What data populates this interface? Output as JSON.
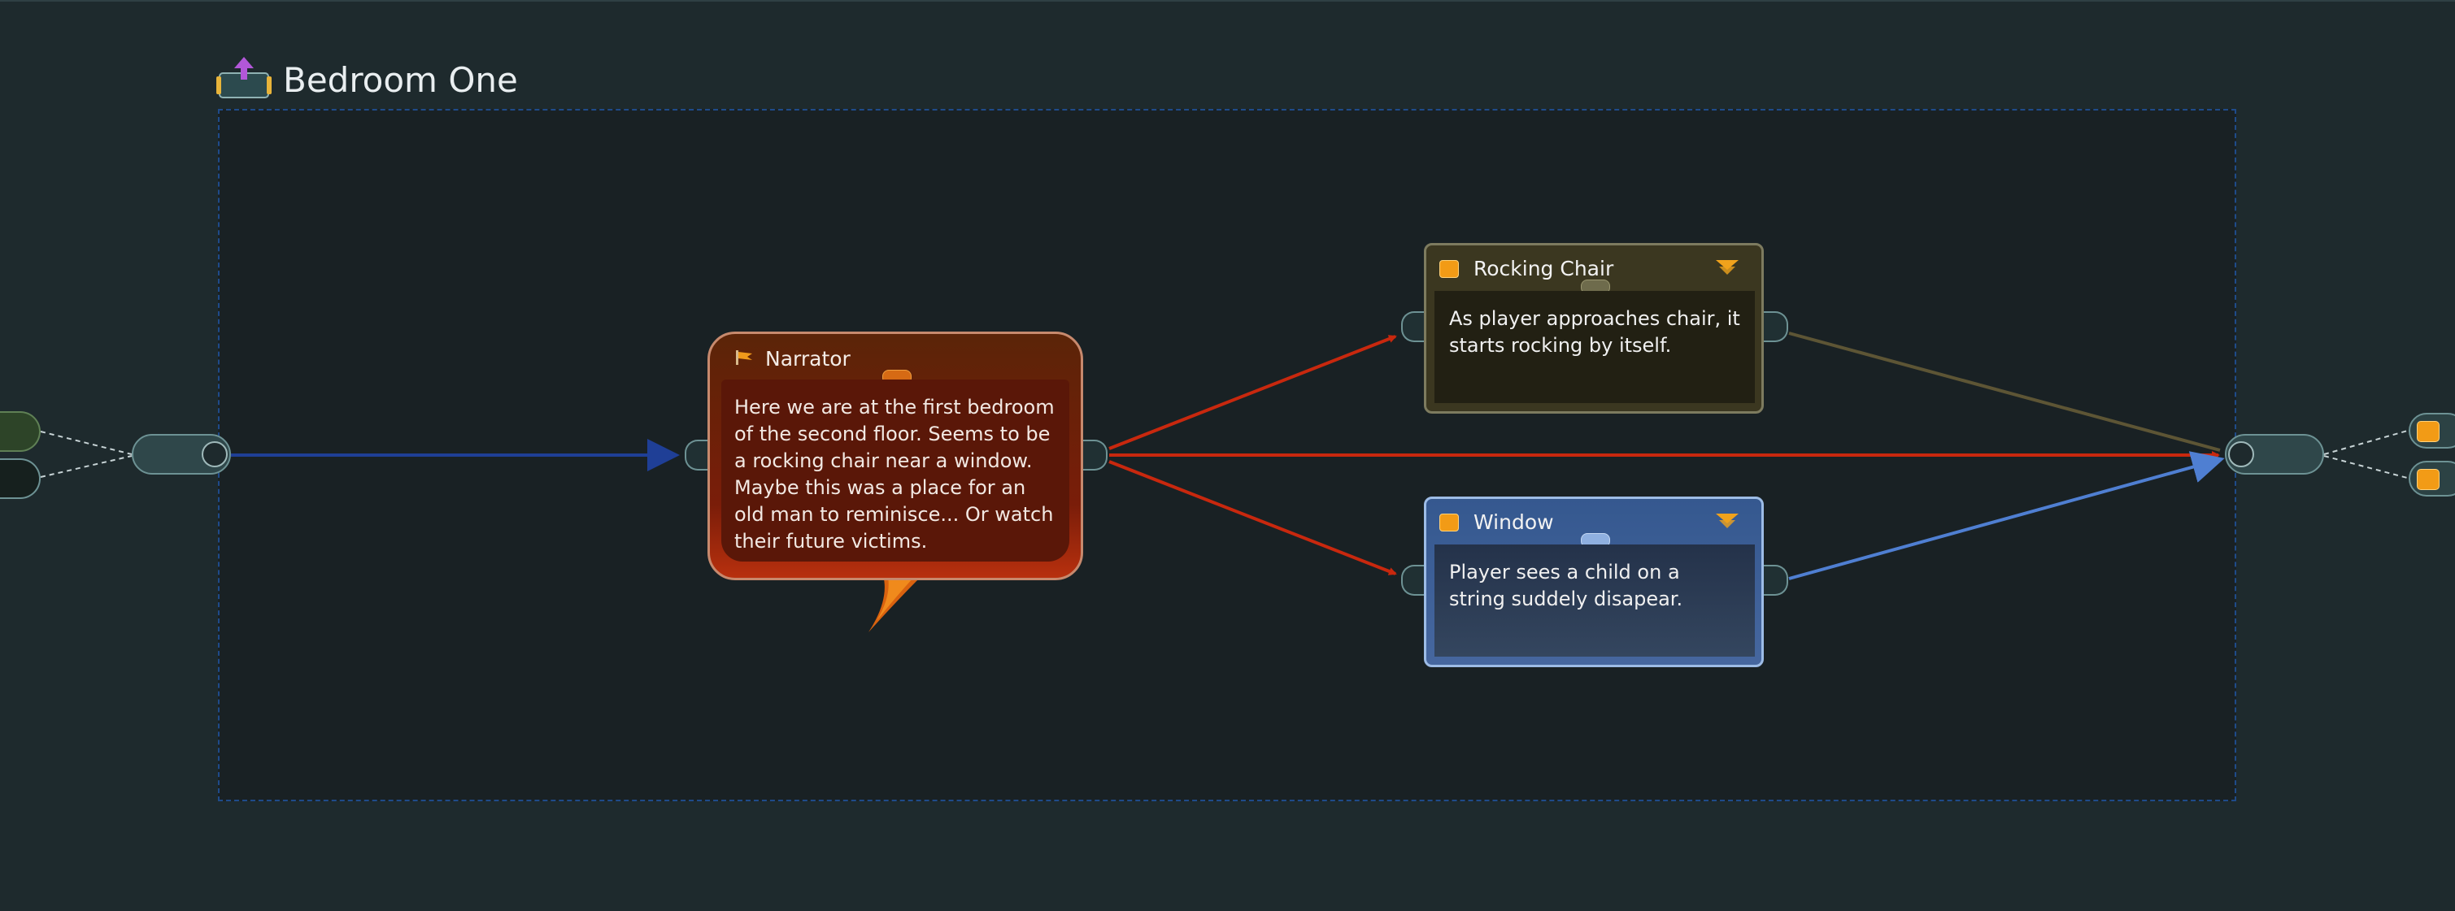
{
  "group": {
    "title": "Bedroom One"
  },
  "nodes": {
    "narrator": {
      "speaker": "Narrator",
      "text": "Here we are at the first bedroom of the second floor. Seems to be a rocking chair near a window. Maybe this was a place for an old man to reminisce... Or watch their future victims."
    },
    "rocking_chair": {
      "title": "Rocking Chair",
      "text": "As player approaches chair, it starts rocking by itself."
    },
    "window": {
      "title": "Window",
      "text": "Player sees a child on a string suddely disapear."
    }
  },
  "colors": {
    "canvas": "#1e2a2d",
    "group_frame": "#192124",
    "dialogue_node": "#7a1d09",
    "rocking_node": "#3b3720",
    "window_node": "#46679f",
    "wire_blue": "#1f3f96",
    "wire_red": "#c8280e",
    "wire_olive": "#5d5535",
    "wire_lightblue": "#4f7fd2"
  },
  "icons": {
    "group": "group-upload-icon",
    "speaker": "flag-icon",
    "action": "action-square-icon",
    "collapse": "collapse-chevron-icon"
  }
}
